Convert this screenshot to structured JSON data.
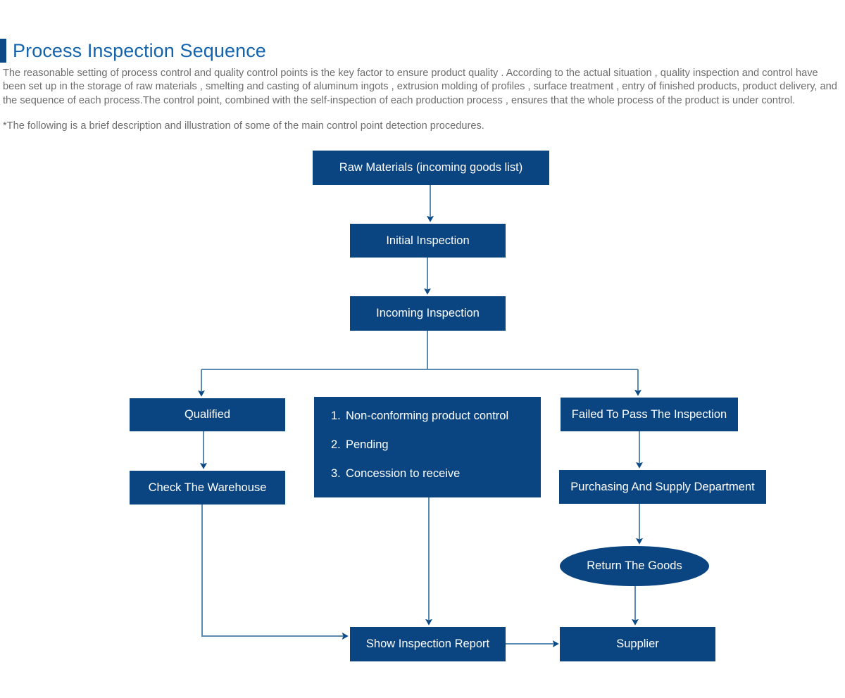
{
  "header": {
    "title": "Process Inspection Sequence",
    "accent_color": "#0b4a87",
    "title_color": "#1463ad",
    "intro": "The reasonable setting of process control and quality control points is the key factor to ensure product quality . According to the actual situation , quality inspection and control have been set up in the storage of raw materials , smelting and casting of aluminum ingots , extrusion molding of profiles , surface treatment , entry of finished products, product delivery, and the sequence of each process.The control point, combined with the self-inspection of each production process , ensures that the whole process of the product is under control.",
    "note": "*The following is a brief description and illustration of some of the main control point detection procedures."
  },
  "diagram": {
    "node_fill": "#0a4581",
    "node_text_color": "#ffffff",
    "connector_color": "#5b8cb0",
    "arrowhead_color": "#0b4a87",
    "nodes": {
      "raw_materials": "Raw Materials (incoming goods list)",
      "initial_inspection": "Initial Inspection",
      "incoming_inspection": "Incoming Inspection",
      "qualified": "Qualified",
      "check_warehouse": "Check The Warehouse",
      "failed_inspection": "Failed To Pass The Inspection",
      "purchasing_department": "Purchasing And Supply Department",
      "return_goods": "Return The Goods",
      "show_inspection_report": "Show Inspection Report",
      "supplier": "Supplier"
    },
    "disposition_list": {
      "item1_num": "1.",
      "item1": "Non-conforming product control",
      "item2_num": "2.",
      "item2": "Pending",
      "item3_num": "3.",
      "item3": "Concession to receive"
    }
  }
}
